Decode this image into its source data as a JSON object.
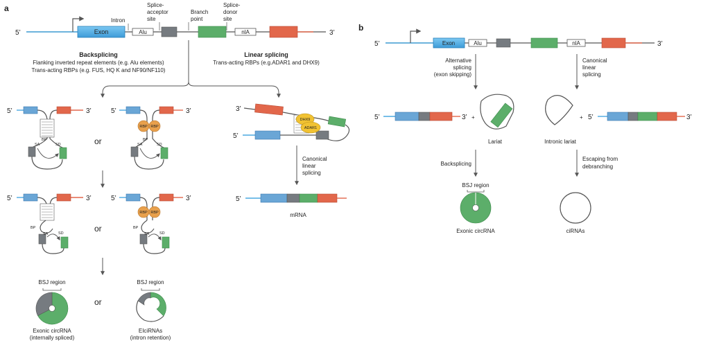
{
  "colors": {
    "exon_blue": "#4aa8e0",
    "exon_light_blue": "#6aa6d6",
    "gray": "#767b80",
    "green": "#5cae6a",
    "red_orange": "#e2674b",
    "orange_rbp": "#e8a04c",
    "yellow_protein": "#f1c232",
    "line": "#555555"
  },
  "panel_a": {
    "letter": "a",
    "five_prime": "5’",
    "three_prime": "3’",
    "intron": "Intron",
    "splice_acceptor": [
      "Splice-",
      "acceptor",
      "site"
    ],
    "branch_point": [
      "Branch",
      "point"
    ],
    "splice_donor": [
      "Splice-",
      "donor",
      "site"
    ],
    "exon": "Exon",
    "alu": "Alu",
    "alu_reversed": "nlA",
    "backsplicing": {
      "title": "Backsplicing",
      "line1": "Flanking inverted repeat elements (e.g. Alu elements)",
      "line2": "Trans-acting RBPs (e.g. FUS, HQ K and NF90/NF110)"
    },
    "linear_splicing": {
      "title": "Linear splicing",
      "line1": "Trans-acting RBPs (e.g.ADAR1 and DHX9)"
    },
    "or": "or",
    "sa": "SA",
    "sd": "SD",
    "bp": "BP",
    "rbp": "RBP",
    "dhx9": "DHX9",
    "adar1": "ADAR1",
    "canonical": [
      "Canonical",
      "linear",
      "splicing"
    ],
    "mrna": "mRNA",
    "bsj_region": "BSJ region",
    "exonic_circrna": [
      "Exonic circRNA",
      "(internally spliced)"
    ],
    "eicirnas": [
      "EIciRNAs",
      "(intron retention)"
    ]
  },
  "panel_b": {
    "letter": "b",
    "five_prime": "5’",
    "three_prime": "3’",
    "exon": "Exon",
    "alu": "Alu",
    "alu_reversed": "nlA",
    "alternative": [
      "Alternative",
      "splicing",
      "(exon skipping)"
    ],
    "canonical": [
      "Canonical",
      "linear",
      "splicing"
    ],
    "plus": "+",
    "lariat": "Lariat",
    "intronic_lariat": "Intronic lariat",
    "backsplicing": "Backsplicing",
    "escaping": [
      "Escaping from",
      "debranching"
    ],
    "bsj_region": "BSJ region",
    "exonic_circrna": "Exonic circRNA",
    "cirnas": "ciRNAs"
  }
}
